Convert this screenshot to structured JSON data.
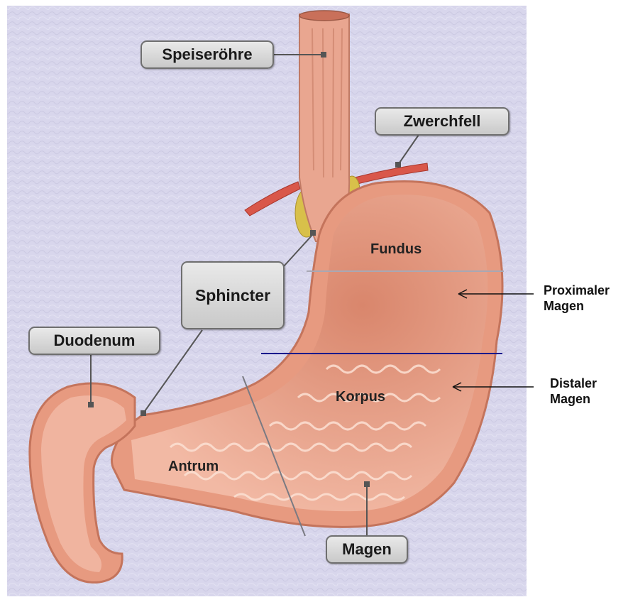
{
  "labels": {
    "speiseroehre": "Speiseröhre",
    "zwerchfell": "Zwerchfell",
    "sphincter": "Sphincter",
    "duodenum": "Duodenum",
    "magen": "Magen",
    "fundus": "Fundus",
    "korpus": "Korpus",
    "antrum": "Antrum",
    "proximal_line1": "Proximaler",
    "proximal_line2": "Magen",
    "distal_line1": "Distaler",
    "distal_line2": "Magen"
  },
  "colors": {
    "background": "#d8d6ec",
    "tissue": "#e79a80",
    "tissue_inner": "#f0b49f",
    "lumen": "#f4c0ac",
    "diaphragm": "#d9574a",
    "fat": "#d8c04a",
    "proximal_boundary": "#a8a8b4",
    "distal_boundary": "#1a1a8c",
    "pylorus_line": "#7a7a82"
  }
}
